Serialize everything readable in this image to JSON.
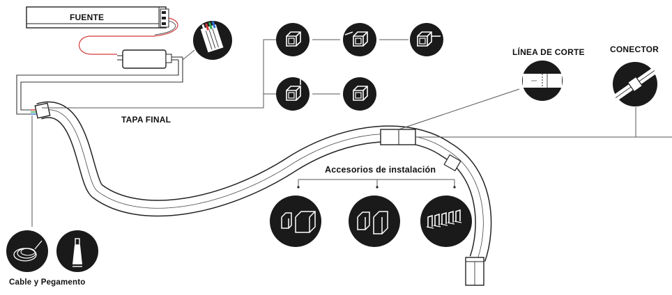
{
  "labels": {
    "fuente": "FUENTE",
    "tapa_final": "TAPA FINAL",
    "linea_de_corte": "LÍNEA DE CORTE",
    "conector": "CONECTOR",
    "accesorios": "Accesorios de instalación",
    "cable_pegamento": "Cable y Pegamento"
  },
  "colors": {
    "ink": "#111111",
    "circle_fill": "#1a1a1a",
    "line": "#555555",
    "wire_red": "#d23a3a",
    "wire_green": "#2fa84f",
    "wire_blue": "#2f6fd2"
  },
  "icons": [
    "power-supply-icon",
    "controller-icon",
    "cable-cross-section-icon",
    "end-cap-icon",
    "cut-line-icon",
    "connector-icon",
    "mounting-channel-icon",
    "mounting-clips-icon",
    "cable-coil-icon",
    "glue-tube-icon"
  ]
}
